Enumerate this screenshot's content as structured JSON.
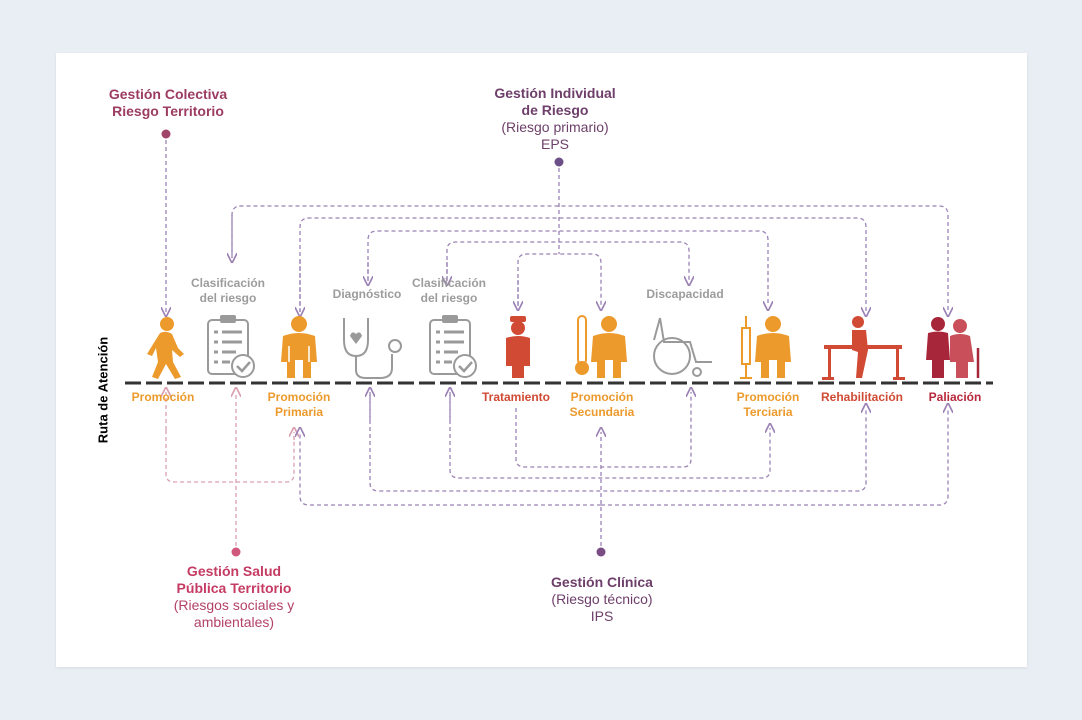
{
  "side_label": "Ruta de Atención",
  "top_left": {
    "line1": "Gestión Colectiva",
    "line2": "Riesgo Territorio"
  },
  "top_center": {
    "line1": "Gestión Individual",
    "line2": "de Riesgo",
    "line3": "(Riesgo primario)",
    "line4": "EPS"
  },
  "bottom_left": {
    "line1": "Gestión Salud",
    "line2": "Pública Territorio",
    "line3": "(Riesgos sociales y",
    "line4": "ambientales)"
  },
  "bottom_center": {
    "line1": "Gestión Clínica",
    "line2": "(Riesgo técnico)",
    "line3": "IPS"
  },
  "upper_labels": {
    "clasificacion1": {
      "line1": "Clasificación",
      "line2": "del riesgo"
    },
    "diagnostico": "Diagnóstico",
    "clasificacion2": {
      "line1": "Clasificación",
      "line2": "del riesgo"
    },
    "discapacidad": "Discapacidad"
  },
  "stages": {
    "promocion": "Promoción",
    "promocion_primaria": {
      "line1": "Promoción",
      "line2": "Primaria"
    },
    "tratamiento": "Tratamiento",
    "promocion_secundaria": {
      "line1": "Promoción",
      "line2": "Secundaria"
    },
    "promocion_terciaria": {
      "line1": "Promoción",
      "line2": "Terciaria"
    },
    "rehabilitacion": "Rehabilitación",
    "paliacion": "Paliación"
  },
  "icons": [
    "walking-person-icon",
    "clipboard-check-icon",
    "person-icon",
    "stethoscope-icon",
    "clipboard-check-icon",
    "nurse-icon",
    "thermometer-person-icon",
    "wheelchair-icon",
    "syringe-person-icon",
    "parallel-bars-icon",
    "elderly-couple-icon"
  ],
  "colors": {
    "orange": "#ec9a2c",
    "red": "#d04a34",
    "grey": "#a9a9a9",
    "magenta": "#b3426a",
    "plum": "#6d3f6a",
    "dash_purple": "#9c82b5",
    "dash_pink": "#d9a0b0"
  }
}
